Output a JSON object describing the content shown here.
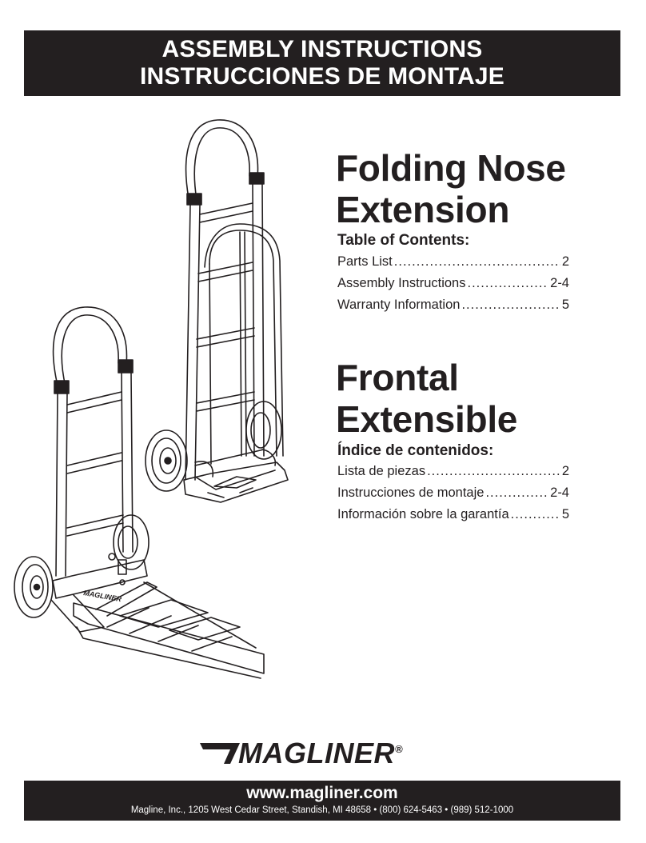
{
  "header": {
    "line1": "ASSEMBLY INSTRUCTIONS",
    "line2": "INSTRUCCIONES DE MONTAJE"
  },
  "english": {
    "title_line1": "Folding Nose",
    "title_line2": "Extension",
    "toc_heading": "Table of Contents:",
    "toc": [
      {
        "label": "Parts List",
        "page": "2"
      },
      {
        "label": "Assembly Instructions",
        "page": "2-4"
      },
      {
        "label": "Warranty Information",
        "page": "5"
      }
    ]
  },
  "spanish": {
    "title_line1": "Frontal",
    "title_line2": "Extensible",
    "toc_heading": "Índice de contenidos:",
    "toc": [
      {
        "label": "Lista de piezas",
        "page": "2"
      },
      {
        "label": "Instrucciones de montaje",
        "page": "2-4"
      },
      {
        "label": "Información sobre la garantía",
        "page": "5"
      }
    ]
  },
  "illustration": {
    "nose_plate_text": "MAGLINER"
  },
  "logo": {
    "brand": "MAGLINER",
    "registered": "®"
  },
  "footer": {
    "url": "www.magliner.com",
    "address": "Magline, Inc., 1205 West Cedar Street, Standish, MI 48658 • (800) 624-5463 • (989) 512-1000"
  },
  "colors": {
    "bar": "#231f20",
    "text": "#231f20",
    "background": "#ffffff"
  }
}
